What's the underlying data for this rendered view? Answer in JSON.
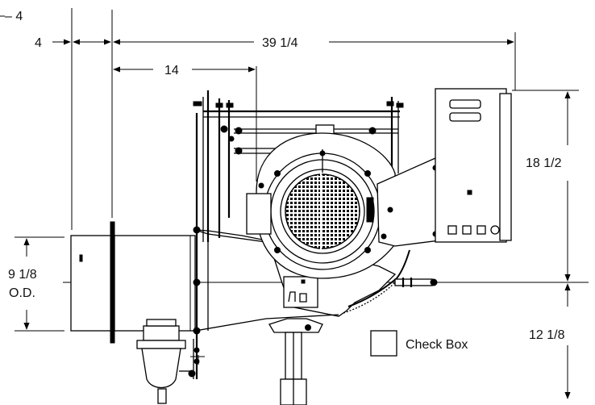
{
  "dimensions": {
    "top_left_partial": "– 4",
    "left_offset": "4",
    "overall_length": "39 1/4",
    "flange_to_center": "14",
    "height_upper": "18 1/2",
    "height_lower": "12 1/8",
    "tube_diameter_line1": "9 1/8",
    "tube_diameter_line2": "O.D."
  },
  "legend": {
    "check_box_label": "Check Box"
  }
}
